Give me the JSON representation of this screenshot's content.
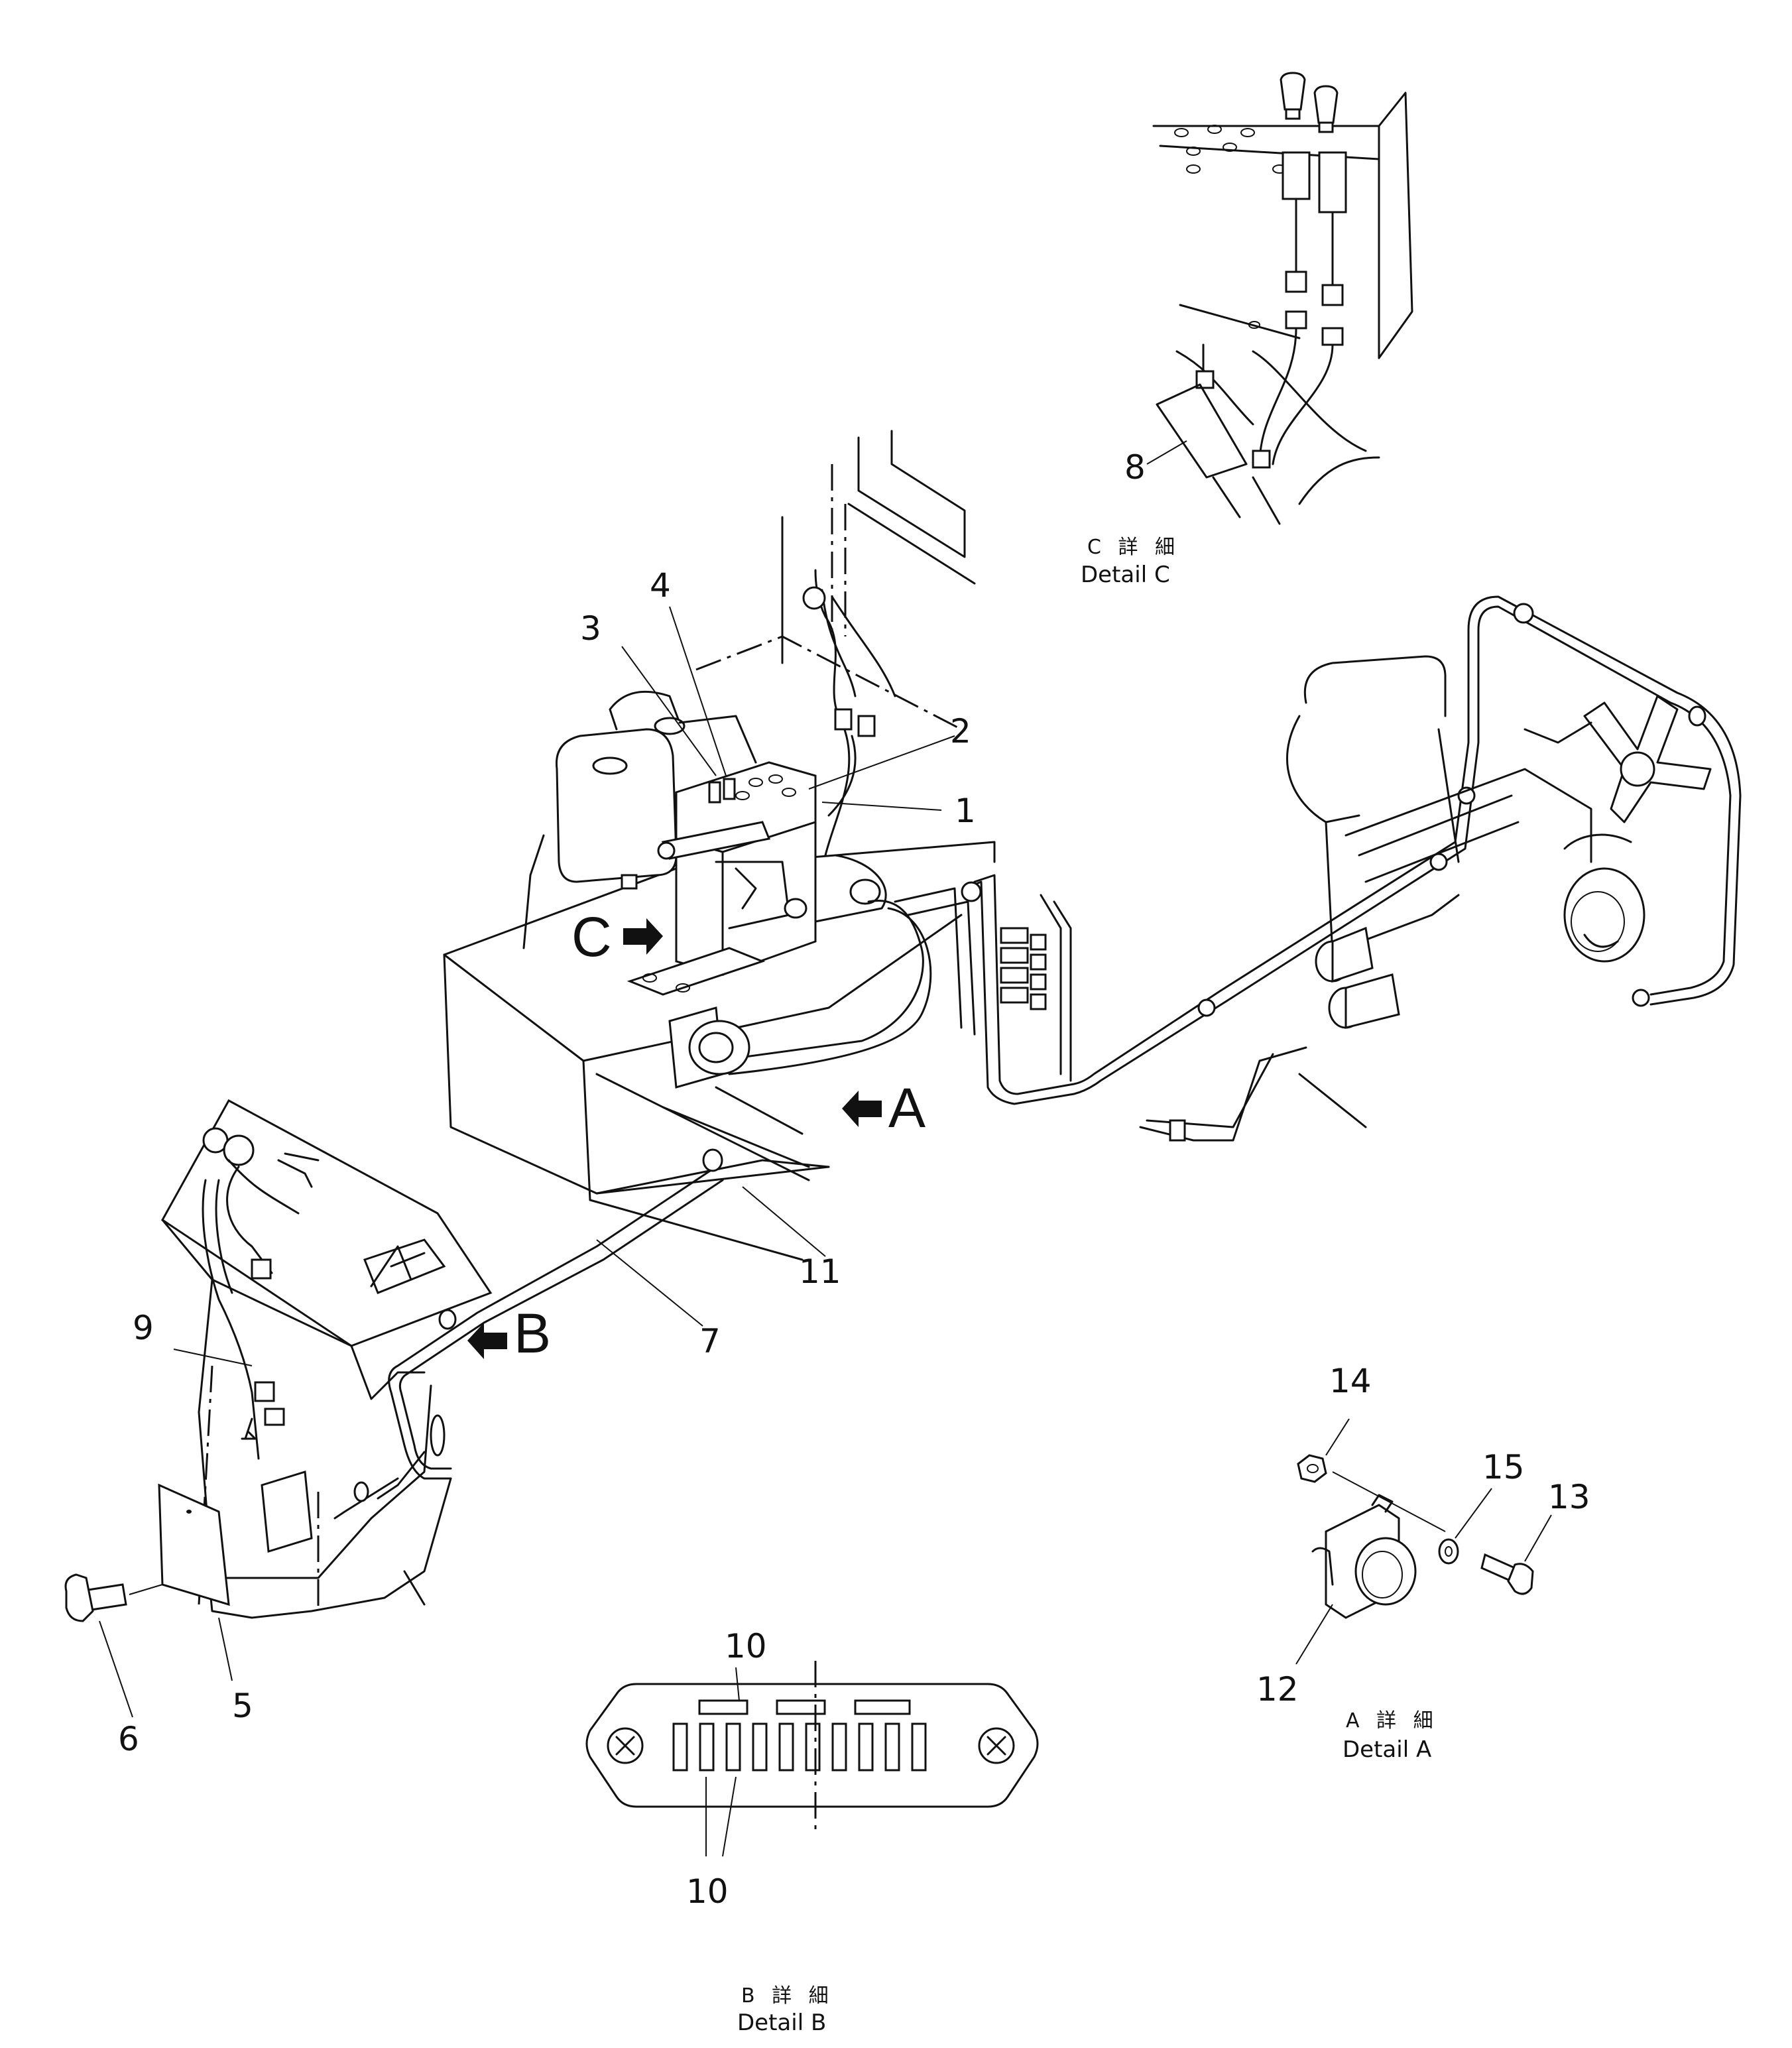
{
  "callouts": {
    "c1": "1",
    "c2": "2",
    "c3": "3",
    "c4": "4",
    "c5": "5",
    "c6": "6",
    "c7": "7",
    "c8": "8",
    "c9": "9",
    "c10a": "10",
    "c10b": "10",
    "c11": "11",
    "c12": "12",
    "c13": "13",
    "c14": "14",
    "c15": "15"
  },
  "view_arrows": {
    "a": "A",
    "b": "B",
    "c": "C"
  },
  "details": {
    "a": {
      "jp": "A 詳 細",
      "en": "Detail  A"
    },
    "b": {
      "jp": "B 詳 細",
      "en": "Detail  B"
    },
    "c": {
      "jp": "C 詳 細",
      "en": "Detail  C"
    }
  }
}
